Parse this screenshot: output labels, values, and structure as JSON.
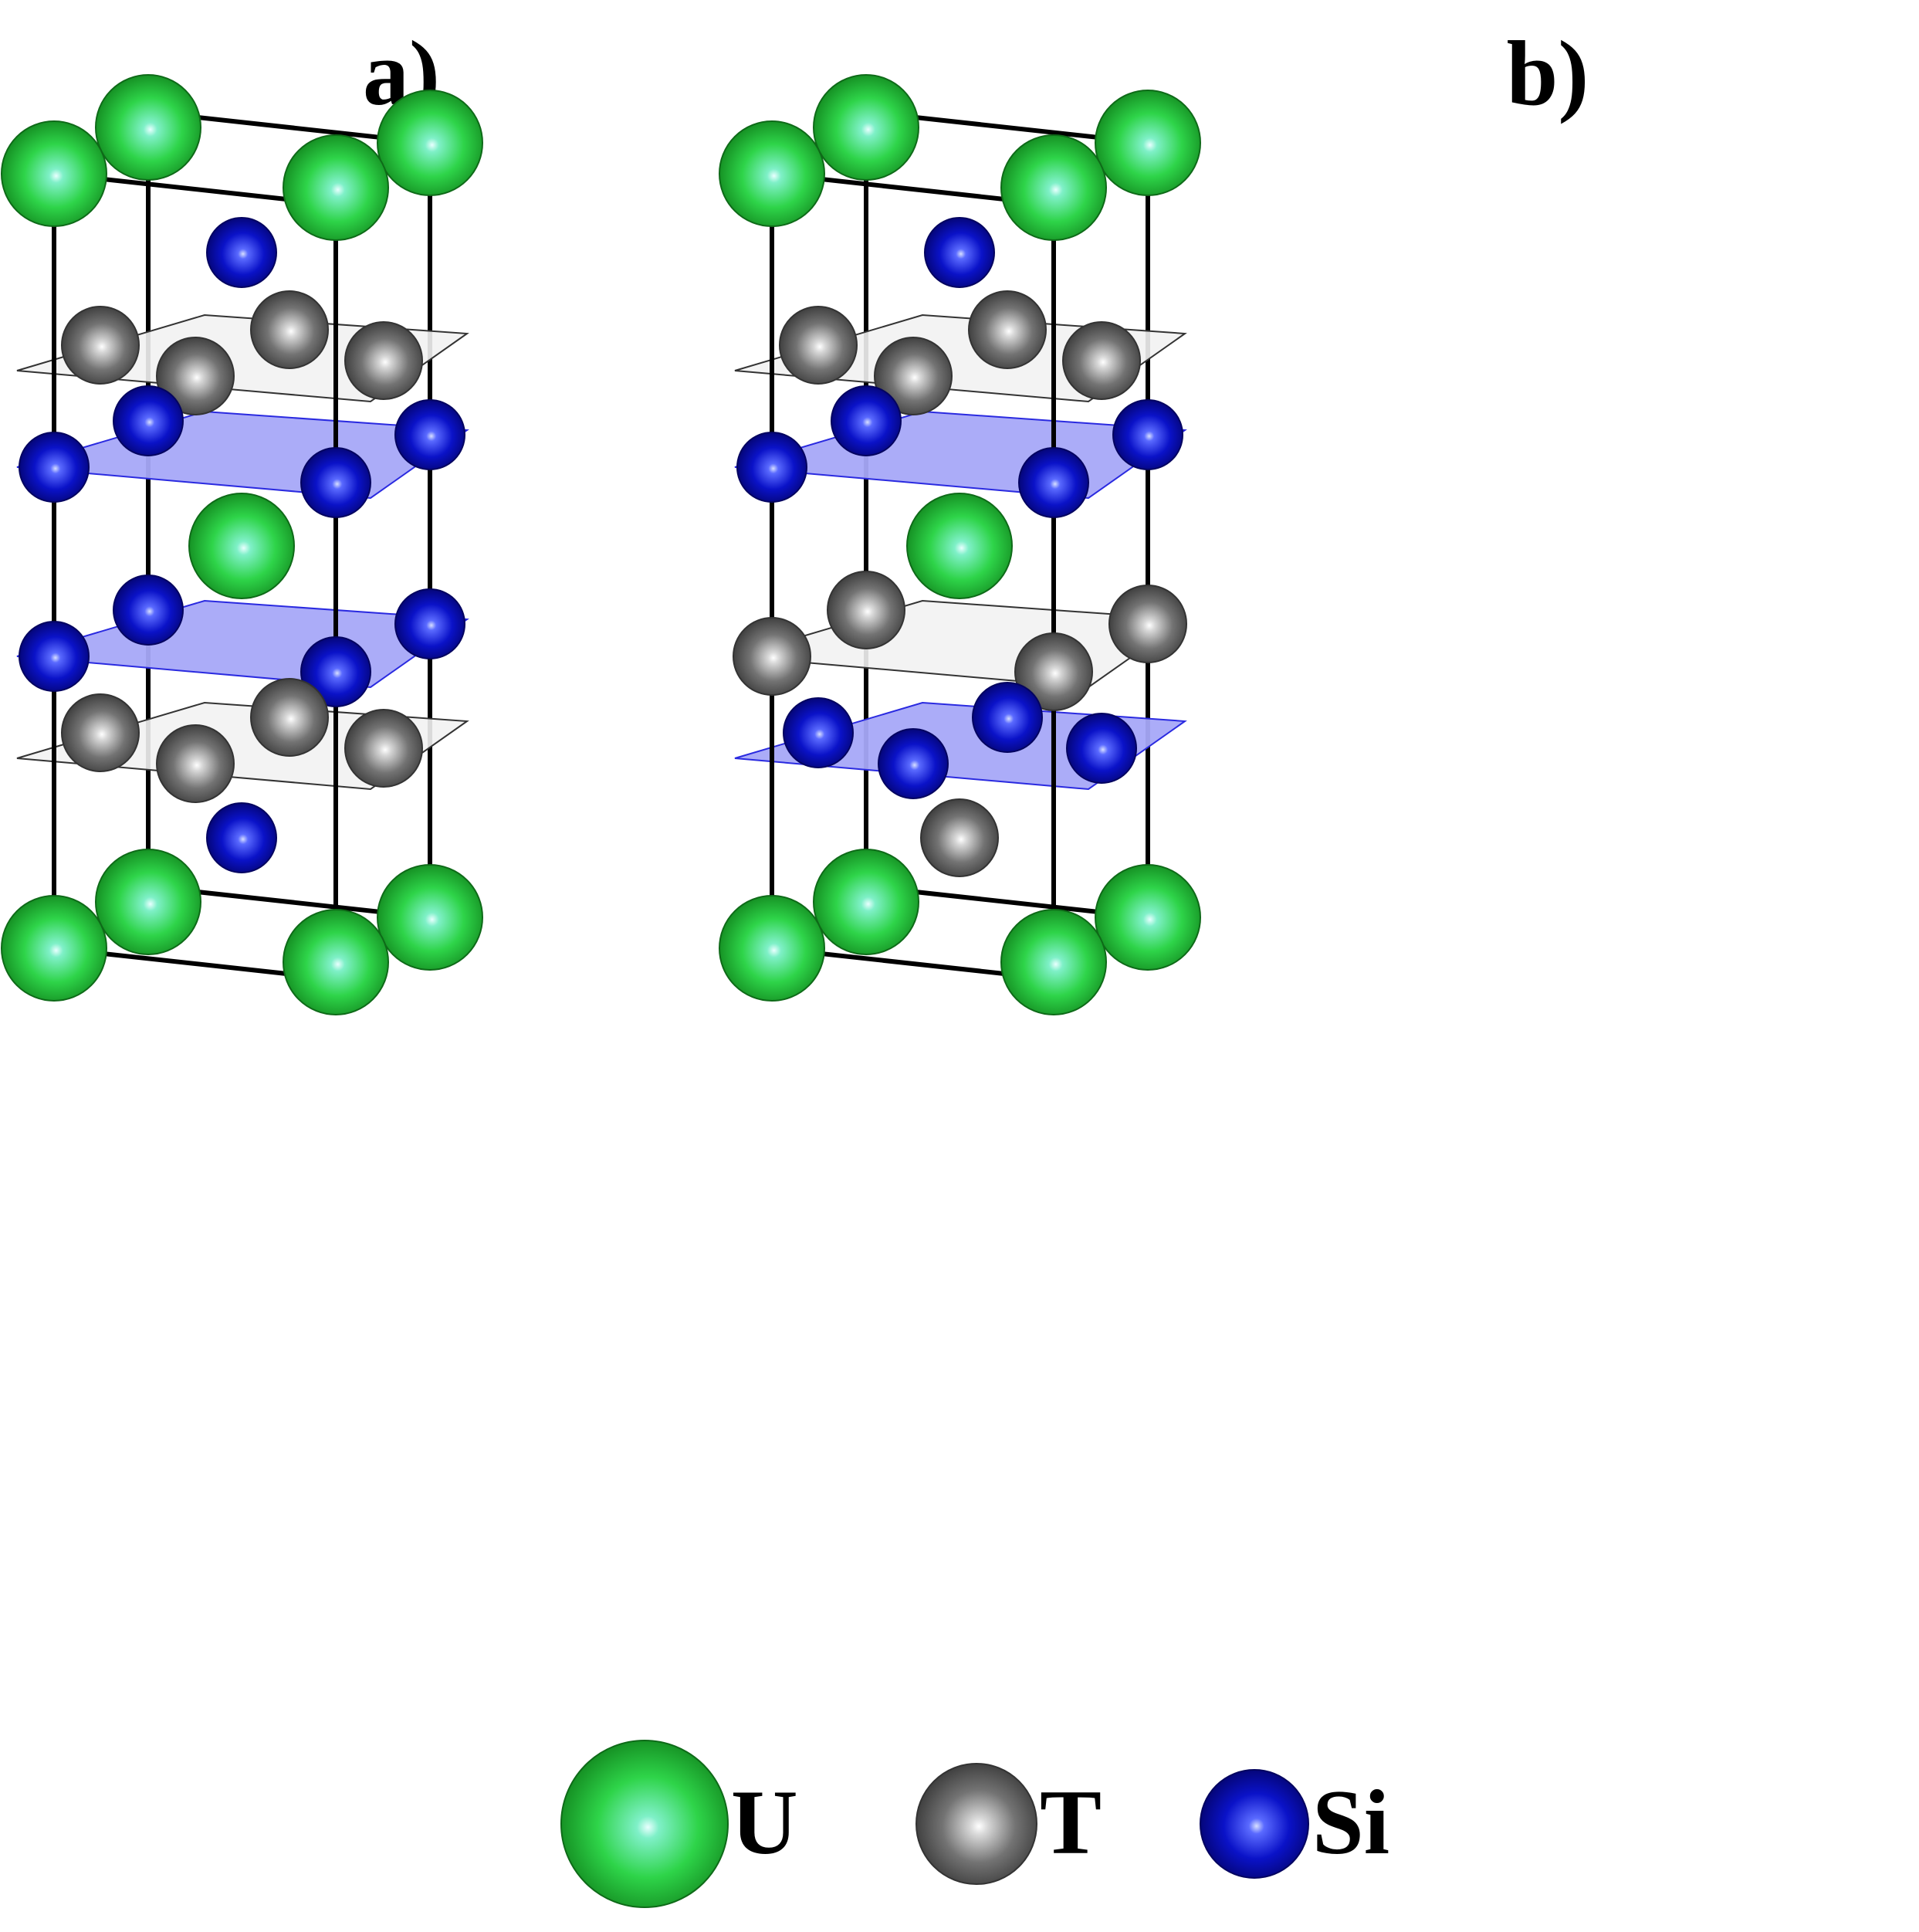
{
  "panels": [
    {
      "label": "a)"
    },
    {
      "label": "b)"
    }
  ],
  "legend": [
    {
      "element": "U",
      "color": "#1ec832"
    },
    {
      "element": "T",
      "color": "#6e6e6e"
    },
    {
      "element": "Si",
      "color": "#0a0ac0"
    }
  ],
  "colors": {
    "U": "#1ec832",
    "T": "#6e6e6e",
    "Si": "#0a0ac0",
    "si_plane": "#a7a8f8",
    "t_plane": "#f2f2f2",
    "cell_edge": "#000000"
  }
}
